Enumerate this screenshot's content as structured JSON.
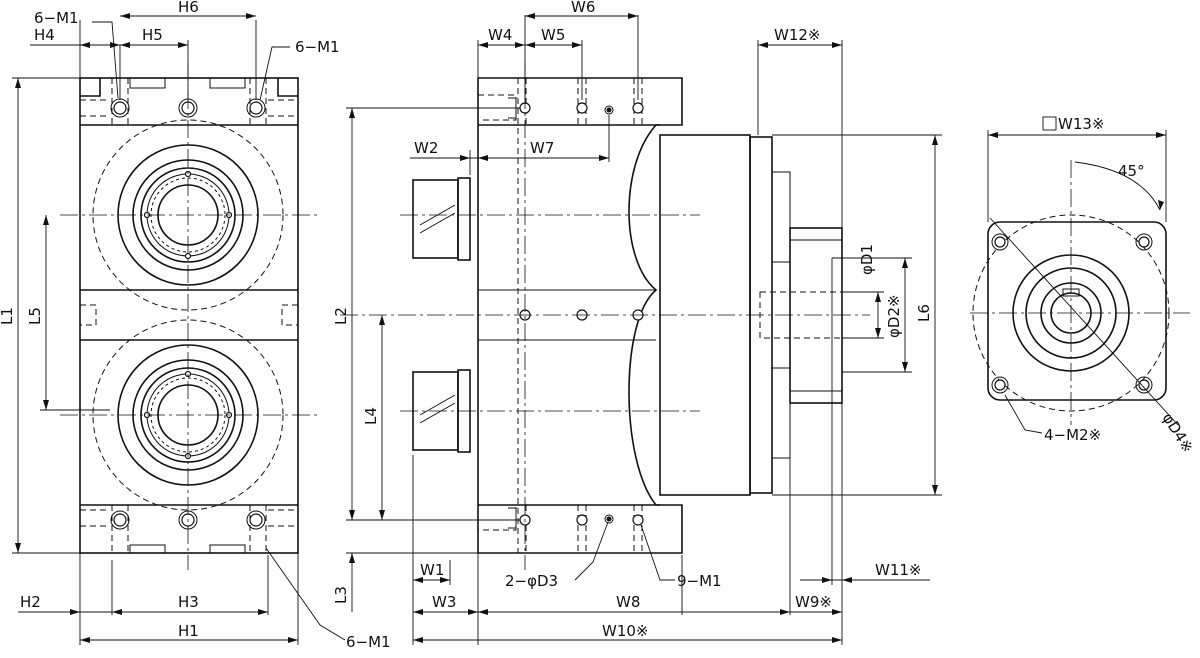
{
  "labels": {
    "m1_top_left": "6−M1",
    "h4": "H4",
    "h5": "H5",
    "h6": "H6",
    "m1_top_right": "6−M1",
    "w4": "W4",
    "w5": "W5",
    "w6": "W6",
    "w12": "W12※",
    "w13": "W13※",
    "w2": "W2",
    "w7": "W7",
    "d1": "φD1",
    "d2": "φD2※",
    "l6": "L6",
    "angle45": "45°",
    "l1": "L1",
    "l5": "L5",
    "l2": "L2",
    "l4": "L4",
    "m2": "4−M2※",
    "d4": "φD4※",
    "l3": "L3",
    "w1": "W1",
    "d3": "2−φD3",
    "m1_side": "9−M1",
    "w11": "W11※",
    "h2": "H2",
    "h3": "H3",
    "w3": "W3",
    "w8": "W8",
    "w9": "W9※",
    "h1": "H1",
    "m1_bottom": "6−M1",
    "w10": "W10※"
  }
}
